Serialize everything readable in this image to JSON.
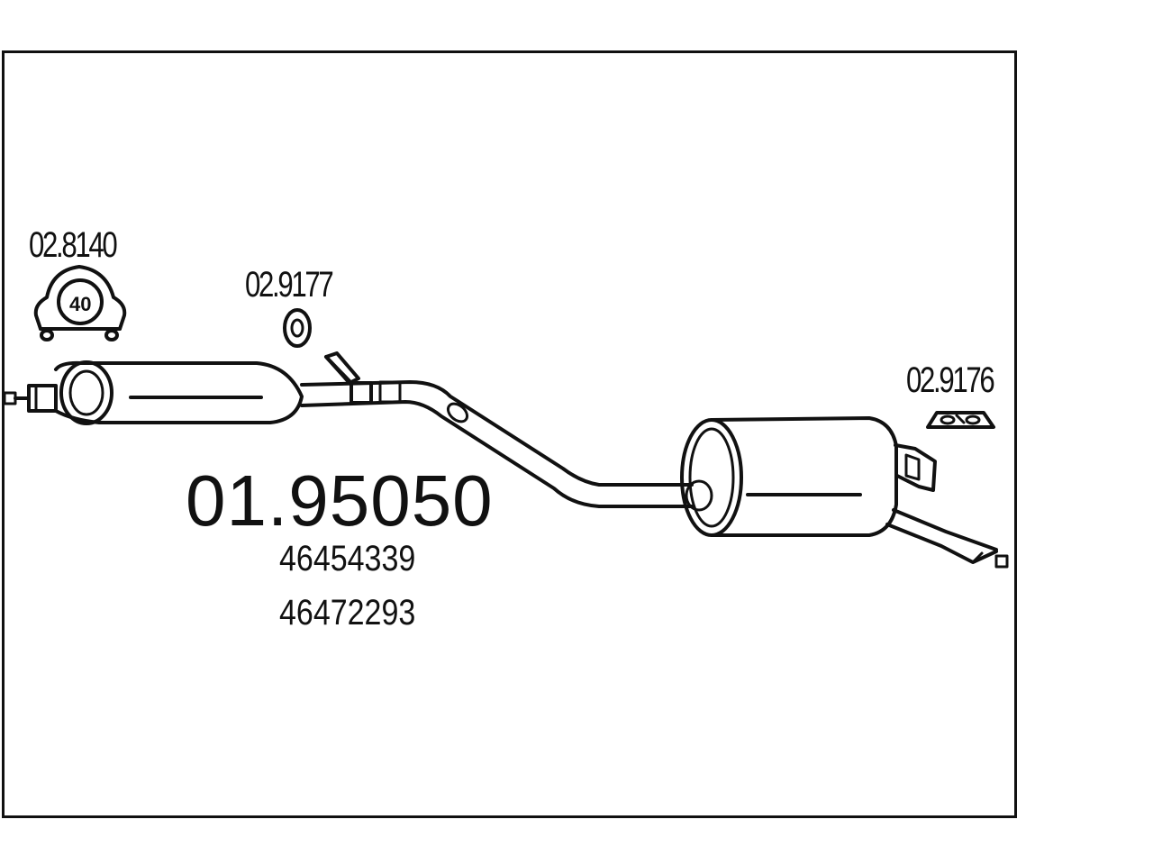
{
  "diagram": {
    "main_part_number": "01.95050",
    "oem_numbers": [
      "46454339",
      "46472293"
    ],
    "accessories": [
      {
        "id": "clamp",
        "part_number": "02.8140",
        "icon": "clamp-icon",
        "marking": "40"
      },
      {
        "id": "ring",
        "part_number": "02.9177",
        "icon": "gasket-ring-icon"
      },
      {
        "id": "hanger",
        "part_number": "02.9176",
        "icon": "rubber-hanger-icon"
      }
    ],
    "colors": {
      "line": "#111111",
      "background": "#ffffff"
    }
  }
}
